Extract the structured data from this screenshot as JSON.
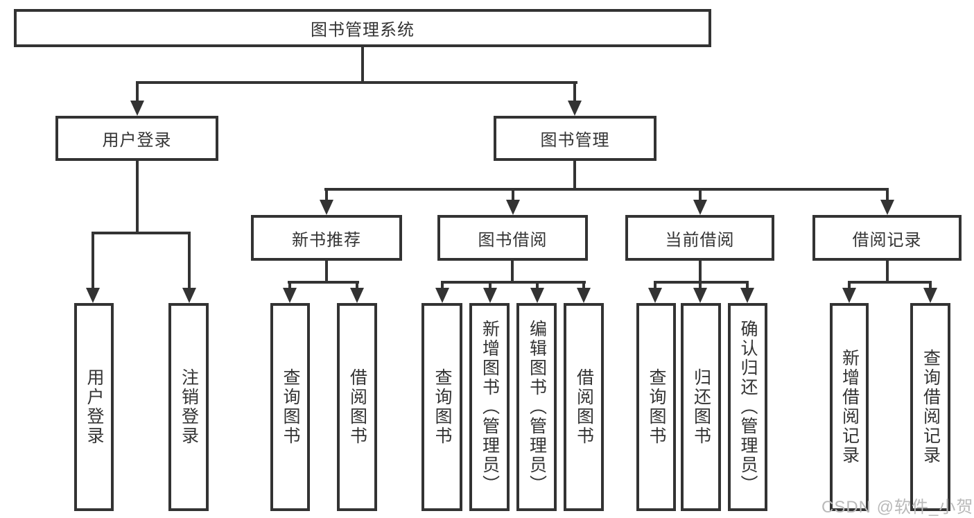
{
  "diagram": {
    "root_label": "图书管理系统",
    "branches": [
      {
        "label": "用户登录",
        "leaves": [
          "用户登录",
          "注销登录"
        ]
      },
      {
        "label": "图书管理",
        "groups": [
          {
            "label": "新书推荐",
            "leaves": [
              "查询图书",
              "借阅图书"
            ]
          },
          {
            "label": "图书借阅",
            "leaves": [
              "查询图书",
              "新增图书（管理员）",
              "编辑图书（管理员）",
              "借阅图书"
            ]
          },
          {
            "label": "当前借阅",
            "leaves": [
              "查询图书",
              "归还图书",
              "确认归还（管理员）"
            ]
          },
          {
            "label": "借阅记录",
            "leaves": [
              "新增借阅记录",
              "查询借阅记录"
            ]
          }
        ]
      }
    ]
  },
  "watermark": {
    "text": "CSDN @软件_小贺同学",
    "color": "#b9b9b9"
  },
  "colors": {
    "line": "#333333",
    "text": "#333333",
    "background": "#ffffff"
  }
}
